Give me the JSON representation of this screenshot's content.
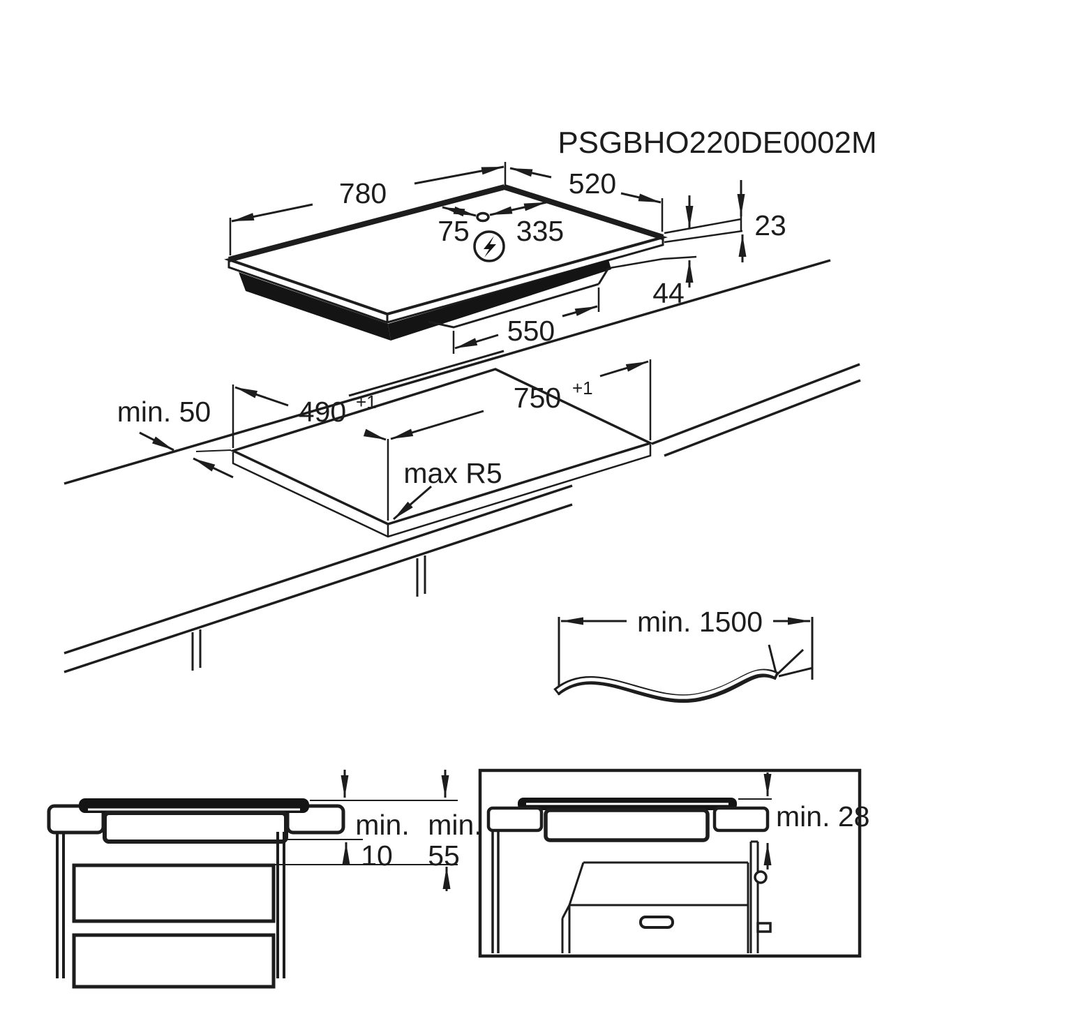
{
  "title": "PSGBHO220DE0002M",
  "hob_view": {
    "width": "780",
    "depth": "520",
    "cable_gland_offset_left": "75",
    "cable_gland_offset_right": "335",
    "height_above_worktop": "23",
    "height_below_worktop": "44",
    "base_width": "550",
    "electrical_icon": "lightning-bolt-circle"
  },
  "cutout_view": {
    "rear_clearance": "min. 50",
    "depth": "490",
    "depth_tolerance": "+1",
    "width": "750",
    "width_tolerance": "+1",
    "corner_radius": "max R5"
  },
  "cable_view": {
    "cable_length": "min. 1500"
  },
  "side_clearance_view": {
    "label_1": "min.",
    "value_1": "10",
    "label_2": "min.",
    "value_2": "55"
  },
  "oven_clearance_view": {
    "clearance": "min. 28"
  }
}
